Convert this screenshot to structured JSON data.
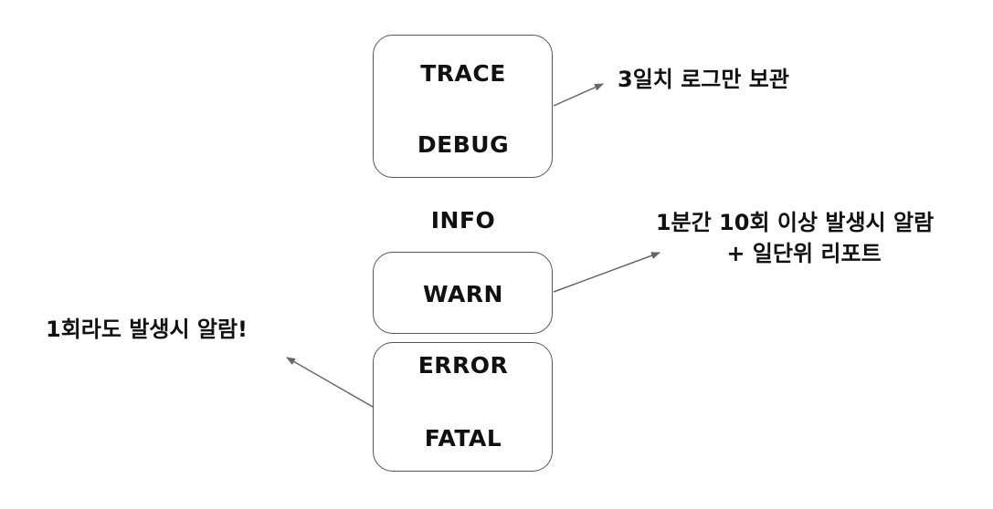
{
  "levels": {
    "trace": "TRACE",
    "debug": "DEBUG",
    "info": "INFO",
    "warn": "WARN",
    "error": "ERROR",
    "fatal": "FATAL"
  },
  "notes": {
    "retention": "3일치 로그만 보관",
    "warn_line1": "1분간 10회 이상 발생시 알람",
    "warn_line2": "+    일단위 리포트",
    "error_alert": "1회라도 발생시 알람!"
  },
  "colors": {
    "border": "#555555",
    "arrow": "#666666",
    "text": "#111111"
  }
}
